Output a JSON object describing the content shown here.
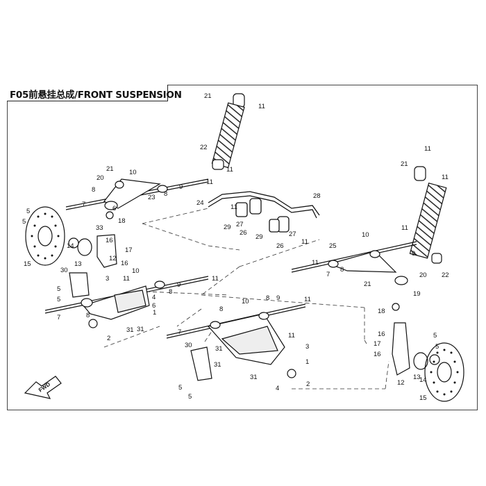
{
  "title": "F05前悬挂总成/FRONT SUSPENSION",
  "fwd_label": "FWD",
  "callouts": [
    {
      "id": "c1",
      "text": "21"
    },
    {
      "id": "c2",
      "text": "11"
    },
    {
      "id": "c3",
      "text": "22"
    },
    {
      "id": "c4",
      "text": "11"
    },
    {
      "id": "c5",
      "text": "21"
    },
    {
      "id": "c6",
      "text": "10"
    },
    {
      "id": "c7",
      "text": "20"
    },
    {
      "id": "c8",
      "text": "8"
    },
    {
      "id": "c9",
      "text": "11"
    },
    {
      "id": "c10",
      "text": "9"
    },
    {
      "id": "c11",
      "text": "8"
    },
    {
      "id": "c12",
      "text": "23"
    },
    {
      "id": "c13",
      "text": "7"
    },
    {
      "id": "c14",
      "text": "6"
    },
    {
      "id": "c15",
      "text": "5"
    },
    {
      "id": "c16",
      "text": "5"
    },
    {
      "id": "c17",
      "text": "18"
    },
    {
      "id": "c18",
      "text": "33"
    },
    {
      "id": "c19",
      "text": "16"
    },
    {
      "id": "c20",
      "text": "14"
    },
    {
      "id": "c21",
      "text": "17"
    },
    {
      "id": "c22",
      "text": "13"
    },
    {
      "id": "c23",
      "text": "16"
    },
    {
      "id": "c24",
      "text": "12"
    },
    {
      "id": "c25",
      "text": "15"
    },
    {
      "id": "c26",
      "text": "28"
    },
    {
      "id": "c27",
      "text": "24"
    },
    {
      "id": "c28",
      "text": "11"
    },
    {
      "id": "c29",
      "text": "29"
    },
    {
      "id": "c30",
      "text": "27"
    },
    {
      "id": "c31",
      "text": "26"
    },
    {
      "id": "c32",
      "text": "29"
    },
    {
      "id": "c33",
      "text": "27"
    },
    {
      "id": "c34",
      "text": "26"
    },
    {
      "id": "c35",
      "text": "11"
    },
    {
      "id": "c36",
      "text": "25"
    },
    {
      "id": "c37",
      "text": "11"
    },
    {
      "id": "c38",
      "text": "21"
    },
    {
      "id": "c39",
      "text": "11"
    },
    {
      "id": "c40",
      "text": "10"
    },
    {
      "id": "c41",
      "text": "11"
    },
    {
      "id": "c42",
      "text": "9"
    },
    {
      "id": "c43",
      "text": "11"
    },
    {
      "id": "c44",
      "text": "7"
    },
    {
      "id": "c45",
      "text": "8"
    },
    {
      "id": "c46",
      "text": "21"
    },
    {
      "id": "c47",
      "text": "20"
    },
    {
      "id": "c48",
      "text": "22"
    },
    {
      "id": "c49",
      "text": "19"
    },
    {
      "id": "c50",
      "text": "30"
    },
    {
      "id": "c51",
      "text": "10"
    },
    {
      "id": "c52",
      "text": "11"
    },
    {
      "id": "c53",
      "text": "3"
    },
    {
      "id": "c54",
      "text": "5"
    },
    {
      "id": "c55",
      "text": "5"
    },
    {
      "id": "c56",
      "text": "4"
    },
    {
      "id": "c57",
      "text": "6"
    },
    {
      "id": "c58",
      "text": "9"
    },
    {
      "id": "c59",
      "text": "8"
    },
    {
      "id": "c60",
      "text": "11"
    },
    {
      "id": "c61",
      "text": "7"
    },
    {
      "id": "c62",
      "text": "1"
    },
    {
      "id": "c63",
      "text": "8"
    },
    {
      "id": "c64",
      "text": "31"
    },
    {
      "id": "c65",
      "text": "31"
    },
    {
      "id": "c66",
      "text": "2"
    },
    {
      "id": "c67",
      "text": "8"
    },
    {
      "id": "c68",
      "text": "10"
    },
    {
      "id": "c69",
      "text": "8"
    },
    {
      "id": "c70",
      "text": "9"
    },
    {
      "id": "c71",
      "text": "11"
    },
    {
      "id": "c72",
      "text": "7"
    },
    {
      "id": "c73",
      "text": "18"
    },
    {
      "id": "c74",
      "text": "16"
    },
    {
      "id": "c75",
      "text": "17"
    },
    {
      "id": "c76",
      "text": "16"
    },
    {
      "id": "c77",
      "text": "11"
    },
    {
      "id": "c78",
      "text": "5"
    },
    {
      "id": "c79",
      "text": "5"
    },
    {
      "id": "c80",
      "text": "12"
    },
    {
      "id": "c81",
      "text": "13"
    },
    {
      "id": "c82",
      "text": "14"
    },
    {
      "id": "c83",
      "text": "15"
    },
    {
      "id": "c84",
      "text": "30"
    },
    {
      "id": "c85",
      "text": "31"
    },
    {
      "id": "c86",
      "text": "31"
    },
    {
      "id": "c87",
      "text": "3"
    },
    {
      "id": "c88",
      "text": "1"
    },
    {
      "id": "c89",
      "text": "2"
    },
    {
      "id": "c90",
      "text": "4"
    },
    {
      "id": "c91",
      "text": "5"
    },
    {
      "id": "c92",
      "text": "5"
    },
    {
      "id": "c93",
      "text": "31"
    }
  ]
}
